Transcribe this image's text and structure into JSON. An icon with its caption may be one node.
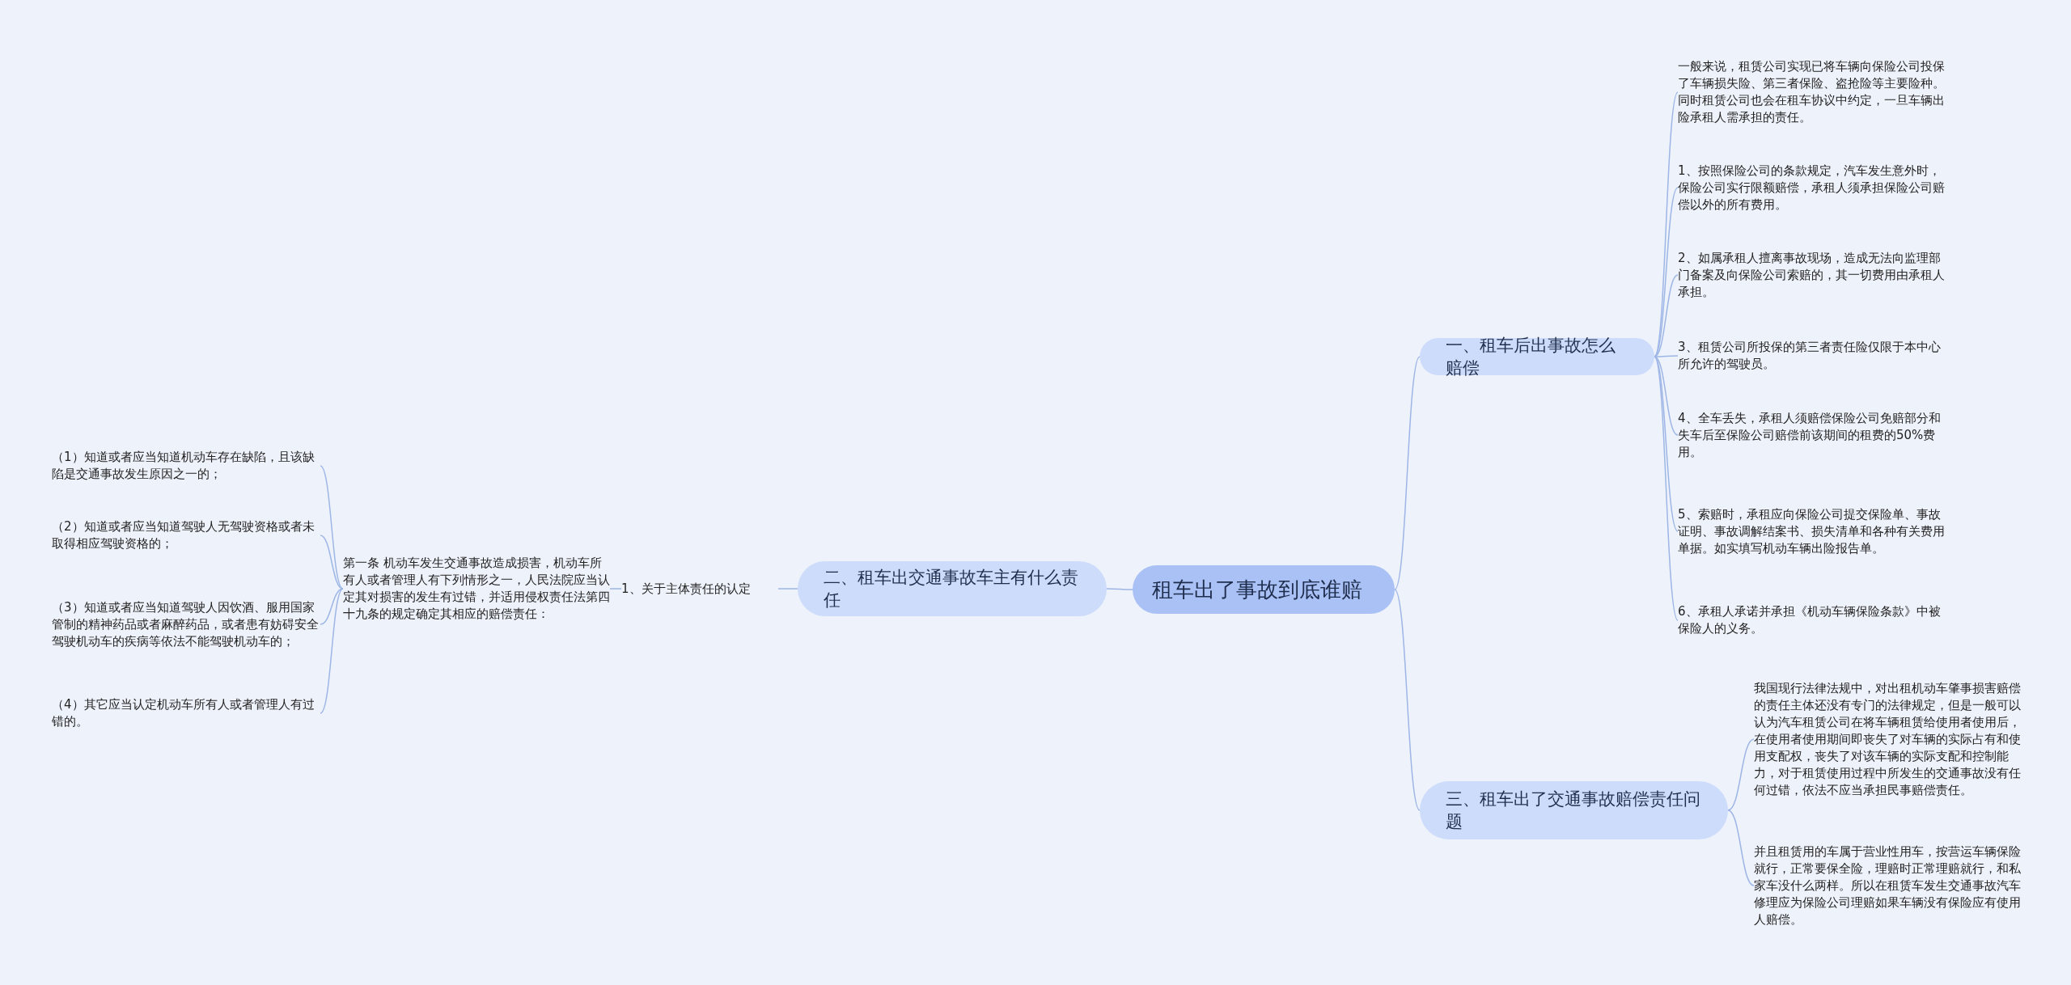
{
  "diagram": {
    "nodes": [
      {
        "text": [
          "租车出了事故到底谁赔"
        ]
      },
      {
        "text": [
          "一、租车后出事故怎么赔偿"
        ]
      },
      {
        "text": [
          "一般来说，租赁公司实现已将车辆向保险公司投保了车辆损失险、第三者保险、盗抢险等主要险种。同时租赁公司也会在租车协议中约定，一旦车辆出险承租人需承担的责任。"
        ]
      },
      {
        "text": [
          "1、按照保险公司的条款规定，汽车发生意外时，保险公司实行限额赔偿，承租人须承担保险公司赔偿以外的所有费用。"
        ]
      },
      {
        "text": [
          "2、如属承租人擅离事故现场，造成无法向监理部门备案及向保险公司索赔的，其一切费用由承租人承担。"
        ]
      },
      {
        "text": [
          "3、租赁公司所投保的第三者责任险仅限于本中心所允许的驾驶员。"
        ]
      },
      {
        "text": [
          "4、全车丢失，承租人须赔偿保险公司免赔部分和失车后至保险公司赔偿前该期间的租费的50%费用。"
        ]
      },
      {
        "text": [
          "5、索赔时，承租应向保险公司提交保险单、事故证明、事故调解结案书、损失清单和各种有关费用单据。如实填写机动车辆出险报告单。"
        ]
      },
      {
        "text": [
          "6、承租人承诺并承担《机动车辆保险条款》中被保险人的义务。"
        ]
      },
      {
        "text": [
          "二、租车出交通事故车主有什么责任"
        ]
      },
      {
        "text": [
          "1、关于主体责任的认定"
        ]
      },
      {
        "text": [
          "第一条 机动车发生交通事故造成损害，机动车所有人或者管理人有下列情形之一，人民法院应当认定其对损害的发生有过错，并适用侵权责任法第四十九条的规定确定其相应的赔偿责任："
        ]
      },
      {
        "text": [
          "（1）知道或者应当知道机动车存在缺陷，且该缺陷是交通事故发生原因之一的；"
        ]
      },
      {
        "text": [
          "（2）知道或者应当知道驾驶人无驾驶资格或者未取得相应驾驶资格的；"
        ]
      },
      {
        "text": [
          "（3）知道或者应当知道驾驶人因饮酒、服用国家管制的精神药品或者麻醉药品，或者患有妨碍安全驾驶机动车的疾病等依法不能驾驶机动车的；"
        ]
      },
      {
        "text": [
          "（4）其它应当认定机动车所有人或者管理人有过错的。"
        ]
      },
      {
        "text": [
          "三、租车出了交通事故赔偿责任问题"
        ]
      },
      {
        "text": [
          "我国现行法律法规中，对出租机动车肇事损害赔偿的责任主体还没有专门的法律规定，但是一般可以认为汽车租赁公司在将车辆租赁给使用者使用后，在使用者使用期间即丧失了对车辆的实际占有和使用支配权，丧失了对该车辆的实际支配和控制能力，对于租赁使用过程中所发生的交通事故没有任何过错，依法不应当承担民事赔偿责任。"
        ]
      },
      {
        "text": [
          "并且租赁用的车属于营业性用车，按营运车辆保险就行，正常要保全险，理赔时正常理赔就行，和私家车没什么两样。所以在租赁车发生交通事故汽车修理应为保险公司理赔如果车辆没有保险应有使用人赔偿。"
        ]
      }
    ],
    "edges": [
      {
        "from": 0,
        "to": 1,
        "arrow": "none"
      },
      {
        "from": 1,
        "to": 2,
        "arrow": "none"
      },
      {
        "from": 1,
        "to": 3,
        "arrow": "none"
      },
      {
        "from": 1,
        "to": 4,
        "arrow": "none"
      },
      {
        "from": 1,
        "to": 5,
        "arrow": "none"
      },
      {
        "from": 1,
        "to": 6,
        "arrow": "none"
      },
      {
        "from": 1,
        "to": 7,
        "arrow": "none"
      },
      {
        "from": 1,
        "to": 8,
        "arrow": "none"
      },
      {
        "from": 0,
        "to": 9,
        "arrow": "none"
      },
      {
        "from": 9,
        "to": 10,
        "arrow": "none"
      },
      {
        "from": 10,
        "to": 11,
        "arrow": "none"
      },
      {
        "from": 11,
        "to": 12,
        "arrow": "none"
      },
      {
        "from": 11,
        "to": 13,
        "arrow": "none"
      },
      {
        "from": 11,
        "to": 14,
        "arrow": "none"
      },
      {
        "from": 11,
        "to": 15,
        "arrow": "none"
      },
      {
        "from": 0,
        "to": 16,
        "arrow": "none"
      },
      {
        "from": 16,
        "to": 17,
        "arrow": "none"
      },
      {
        "from": 16,
        "to": 18,
        "arrow": "none"
      }
    ]
  }
}
